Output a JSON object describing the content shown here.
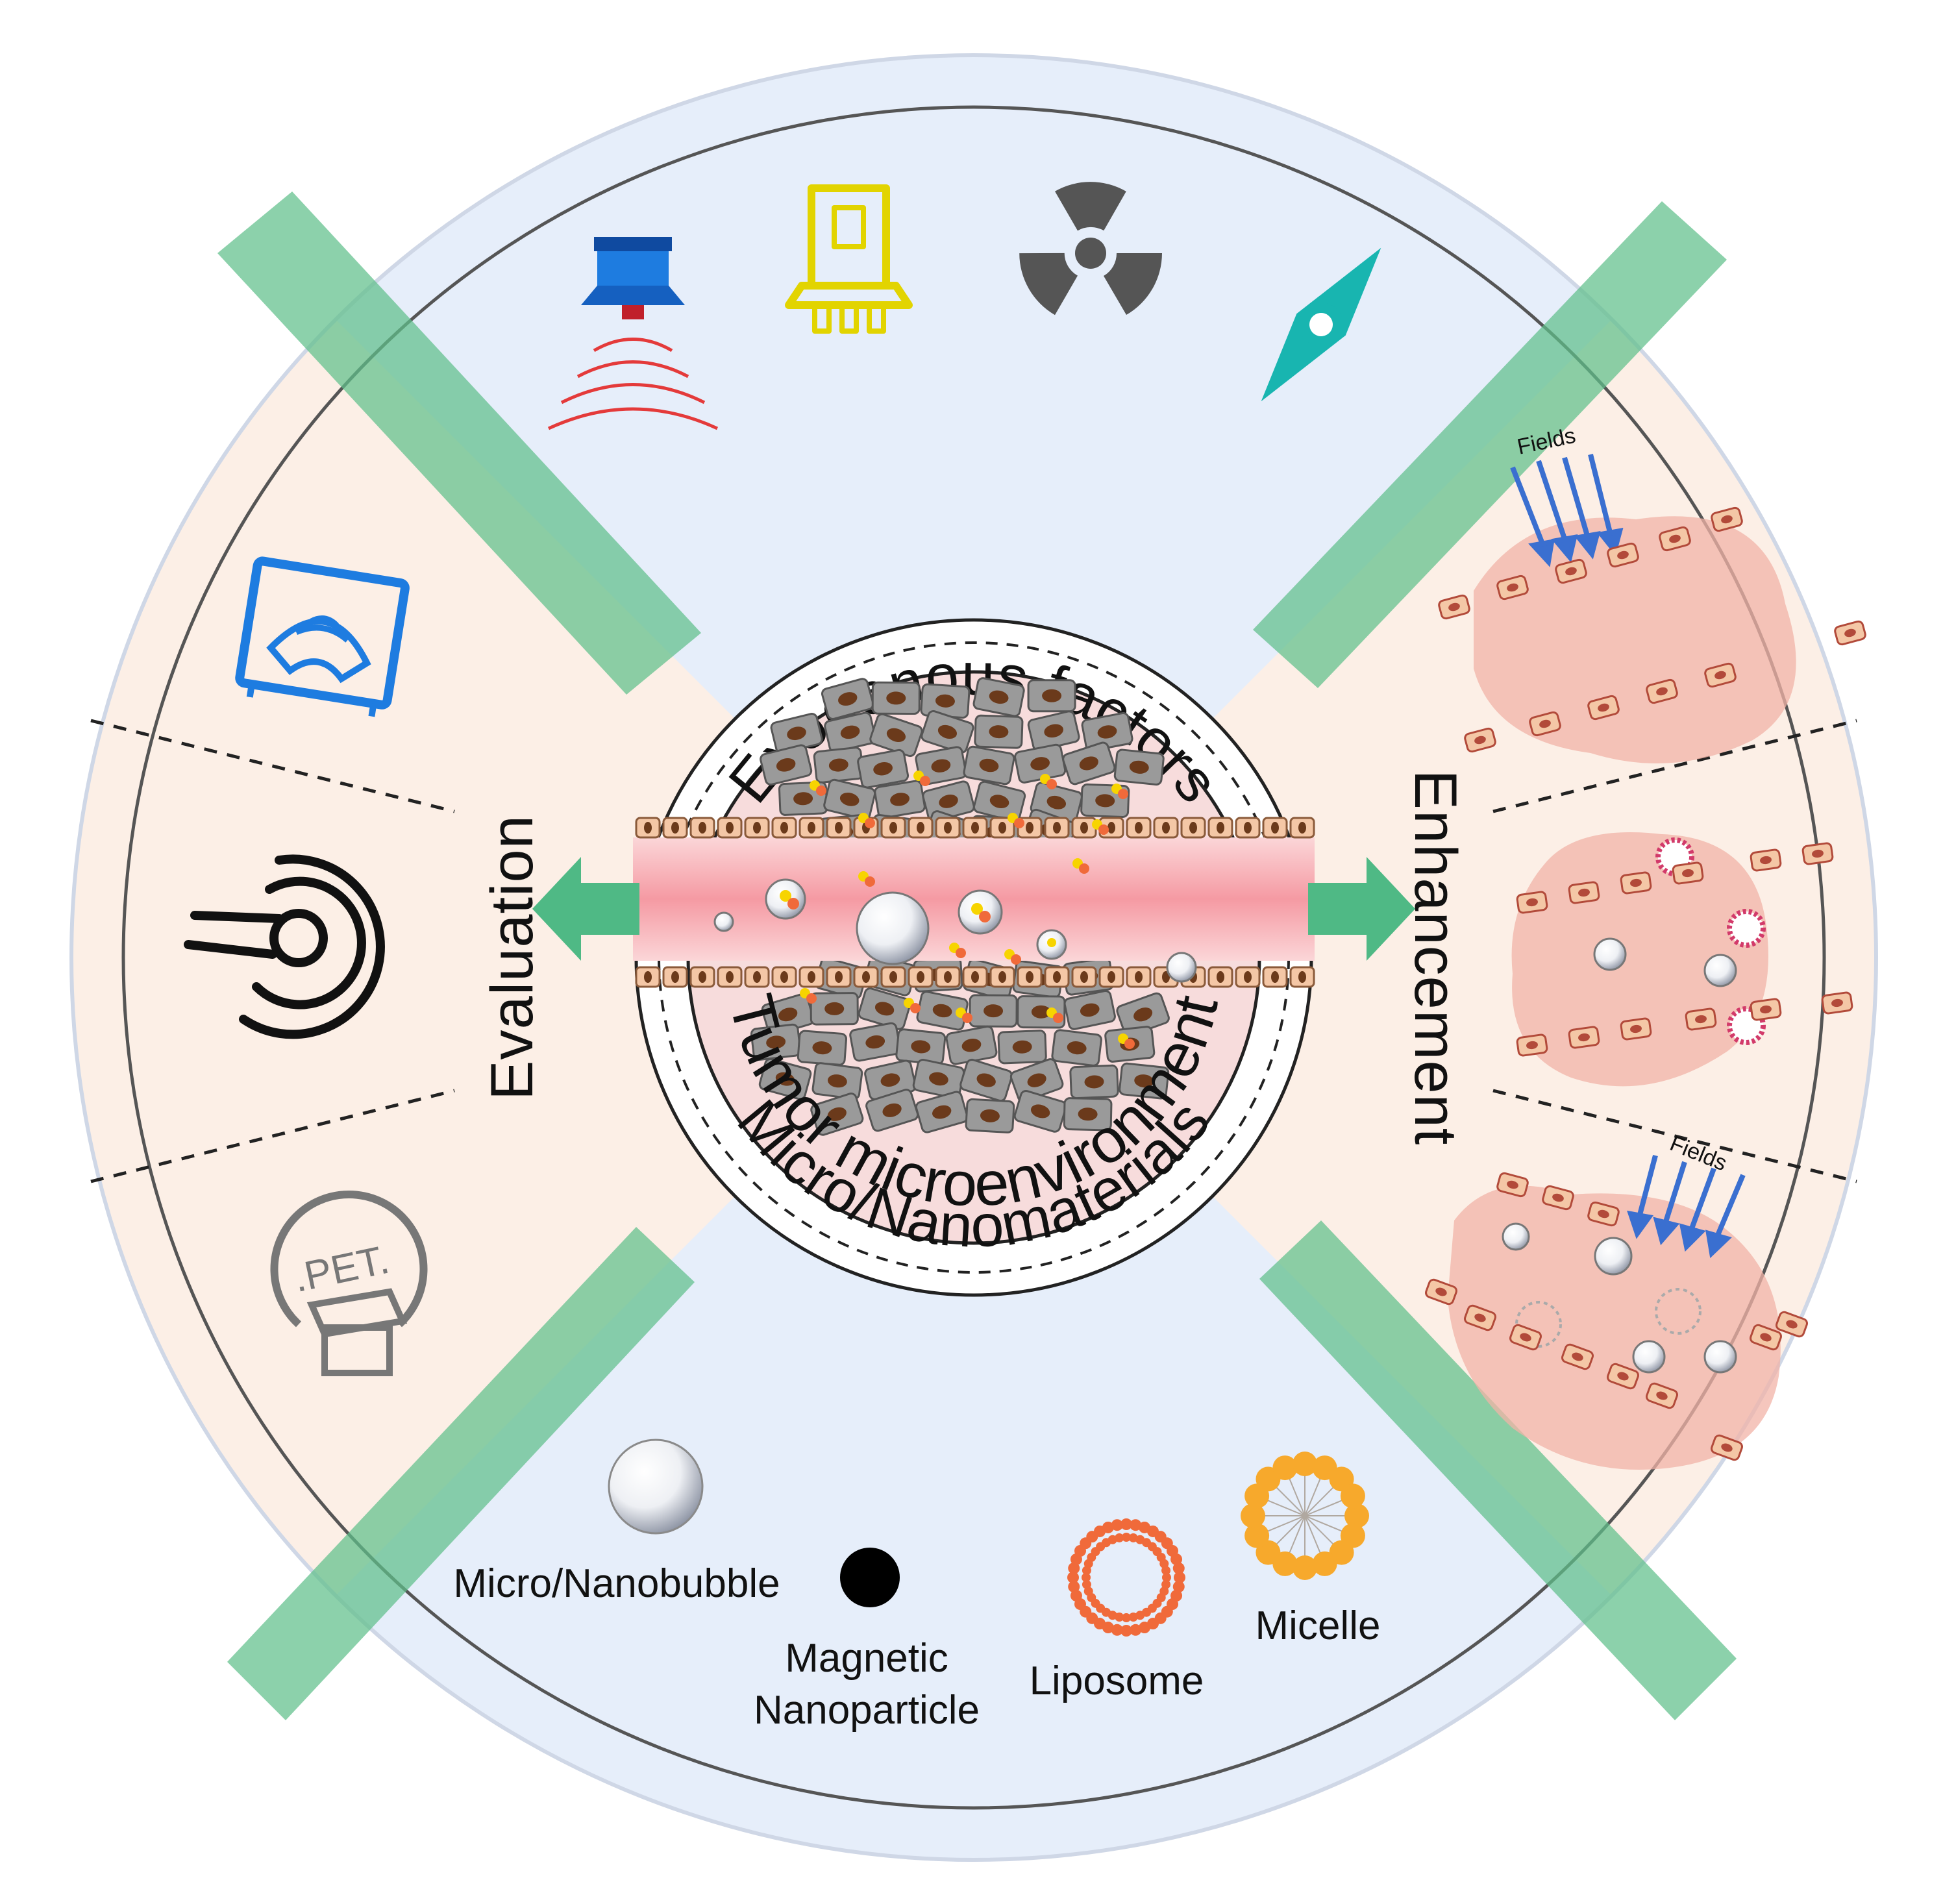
{
  "ring_labels": {
    "top": "Exogenous  factors",
    "bottom": "Micro/Nanomaterials",
    "left": "Evaluation",
    "right": "Enhancement",
    "core": "Tumor microenvironment"
  },
  "materials": {
    "bubble": "Micro/Nanobubble",
    "magnetic_line1": "Magnetic",
    "magnetic_line2": "Nanoparticle",
    "liposome": "Liposome",
    "micelle": "Micelle"
  },
  "panel_labels": {
    "fields_top": "Fields",
    "fields_bottom": "Fields"
  },
  "icons": {
    "exogenous": [
      "ultrasound-transducer-icon",
      "laser-icon",
      "radiation-icon",
      "magnet-icon"
    ],
    "evaluation": [
      "ultrasound-imaging-icon",
      "photoacoustic-icon",
      "pet-scanner-icon"
    ],
    "pet_badge_text": ".PET."
  },
  "colors": {
    "quadrant_blue": "#e6eefa",
    "quadrant_peach": "#fcefe6",
    "core_pink": "#f7dcdc",
    "vessel_red": "#f6a0a8",
    "band_green": "#5fbf8b",
    "cell_gray": "#9a9a9a",
    "nucleus_brown": "#6b3a1b",
    "liposome_orange": "#f06a3a",
    "micelle_orange": "#f7a92c",
    "field_blue": "#3a6fd0",
    "ultrasound_blue": "#1e7ce0",
    "laser_yellow": "#e2d400",
    "magnet_teal": "#18b5b0"
  }
}
